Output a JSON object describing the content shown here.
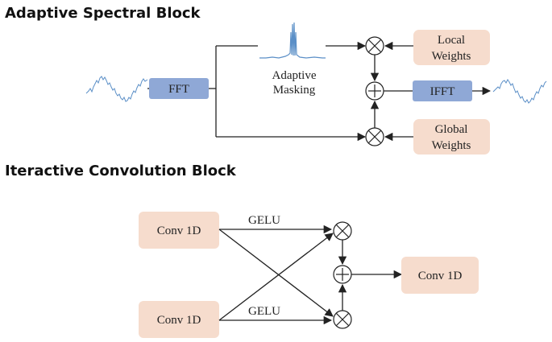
{
  "spectral_block": {
    "title": "Adaptive Spectral Block",
    "fft_label": "FFT",
    "ifft_label": "IFFT",
    "masking_label_line1": "Adaptive",
    "masking_label_line2": "Masking",
    "local_weights_line1": "Local",
    "local_weights_line2": "Weights",
    "global_weights_line1": "Global",
    "global_weights_line2": "Weights"
  },
  "convolution_block": {
    "title": "Iteractive Convolution Block",
    "conv_top_label": "Conv 1D",
    "conv_bottom_label": "Conv 1D",
    "conv_out_label": "Conv 1D",
    "gelu_top_label": "GELU",
    "gelu_bottom_label": "GELU"
  },
  "colors": {
    "blue_box": "#8fa8d6",
    "peach_box": "#f6dccd",
    "signal_line": "#5b8fc7"
  },
  "icons": [
    "input-signal-icon",
    "spectrum-icon",
    "output-signal-icon",
    "multiply-icon",
    "add-icon"
  ]
}
